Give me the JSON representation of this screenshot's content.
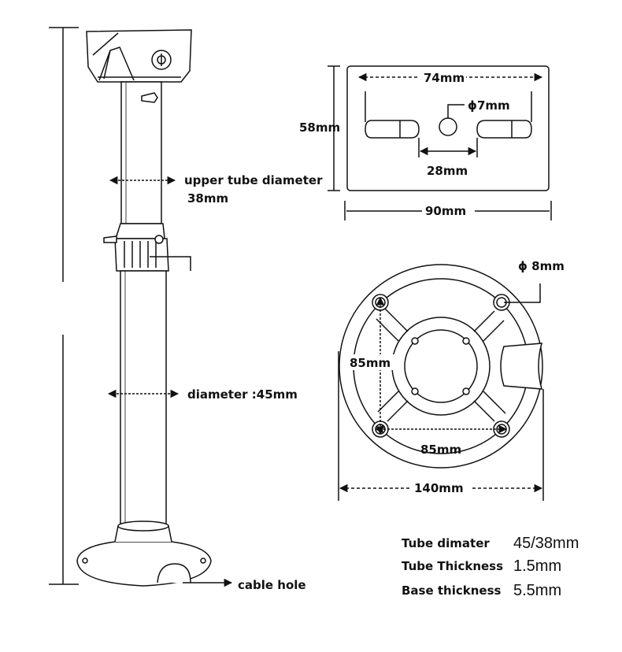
{
  "labels": {
    "upper_tube": "upper tube diameter",
    "upper_tube_value": "38mm",
    "lower_tube": "diameter :45mm",
    "cable_hole": "cable hole",
    "plate_width_inner": "74mm",
    "plate_hole": "ϕ7mm",
    "plate_height": "58mm",
    "plate_slot_gap": "28mm",
    "plate_width": "90mm",
    "base_hole": "ϕ 8mm",
    "base_v": "85mm",
    "base_h": "85mm",
    "base_diameter": "140mm"
  },
  "specs": [
    {
      "key": "Tube dimater",
      "value": "45/38mm"
    },
    {
      "key": "Tube Thickness",
      "value": "1.5mm"
    },
    {
      "key": "Base thickness",
      "value": "5.5mm"
    }
  ]
}
